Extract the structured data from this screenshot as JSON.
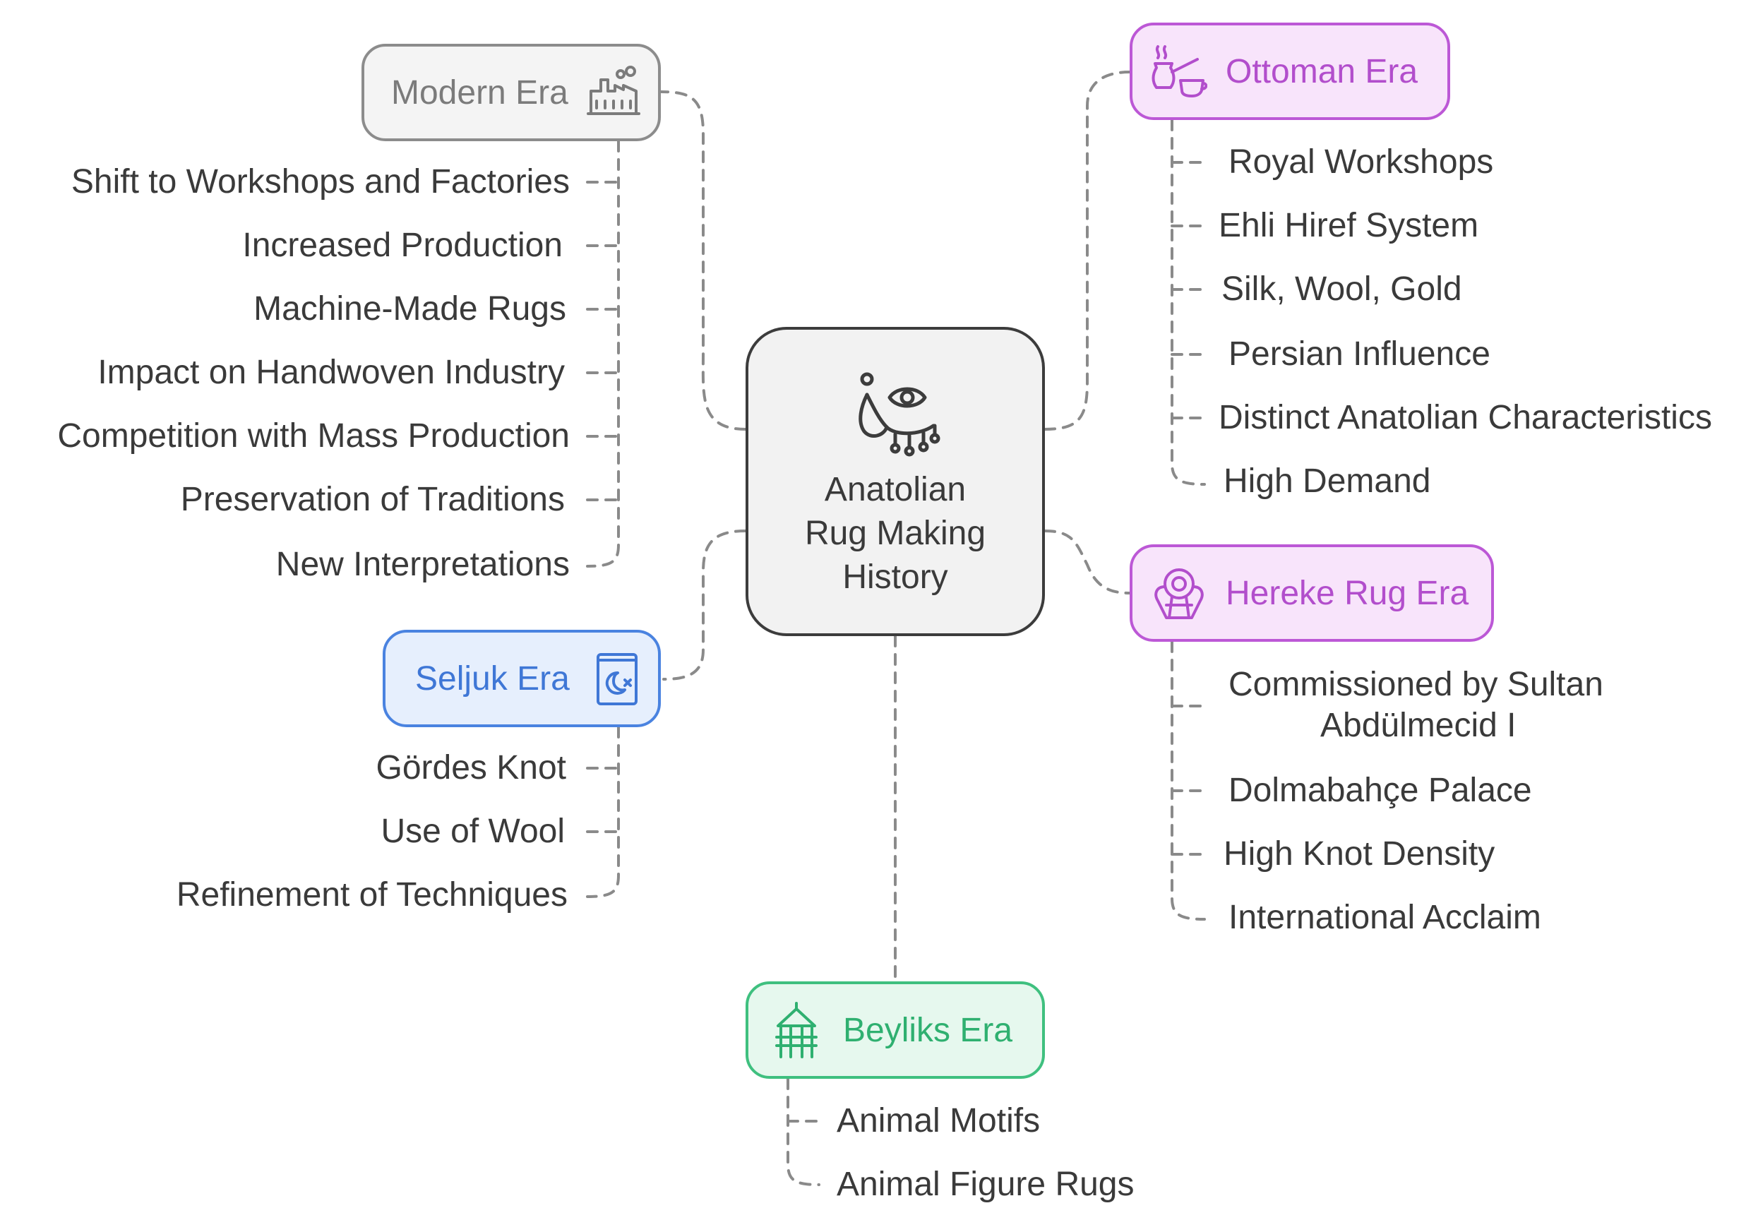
{
  "center": {
    "title_lines": [
      "Anatolian",
      "Rug Making",
      "History"
    ]
  },
  "eras": {
    "modern": {
      "label": "Modern Era",
      "icon": "factory-icon",
      "items": [
        "Shift to Workshops and Factories",
        "Increased Production",
        "Machine-Made Rugs",
        "Impact on Handwoven Industry",
        "Competition with Mass Production",
        "Preservation of Traditions",
        "New Interpretations"
      ]
    },
    "ottoman": {
      "label": "Ottoman Era",
      "icon": "coffee-pot-icon",
      "items": [
        "Royal Workshops",
        "Ehli Hiref System",
        "Silk, Wool, Gold",
        "Persian Influence",
        "Distinct Anatolian Characteristics",
        "High Demand"
      ]
    },
    "hereke": {
      "label": "Hereke Rug Era",
      "icon": "ornament-icon",
      "items": [
        "Commissioned by Sultan",
        "Abdülmecid I",
        "Dolmabahçe Palace",
        "High Knot Density",
        "International Acclaim"
      ]
    },
    "seljuk": {
      "label": "Seljuk Era",
      "icon": "crescent-book-icon",
      "items": [
        "Gördes Knot",
        "Use of Wool",
        "Refinement of Techniques"
      ]
    },
    "beyliks": {
      "label": "Beyliks Era",
      "icon": "pavilion-icon",
      "items": [
        "Animal Motifs",
        "Animal Figure Rugs"
      ]
    }
  },
  "colors": {
    "line": "#8a8a8a",
    "modern": "#8c8c8c",
    "ottoman": "#bc58d6",
    "hereke": "#bc58d6",
    "seljuk": "#4a83e0",
    "beyliks": "#3fc07f",
    "center": "#3c3c3c"
  }
}
